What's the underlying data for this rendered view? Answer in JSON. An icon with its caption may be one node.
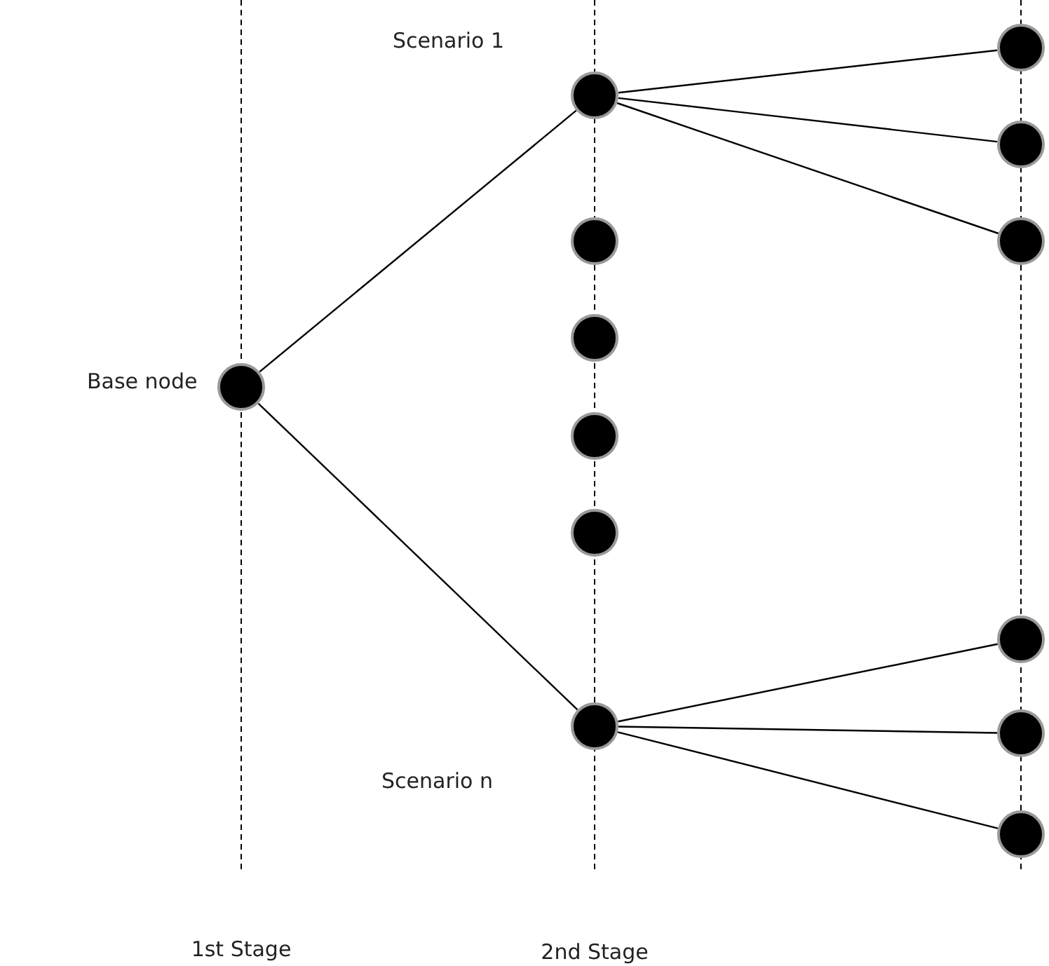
{
  "diagram": {
    "nodes": [
      {
        "text": [],
        "shape": "circle",
        "beside": [
          "Base node"
        ]
      },
      {
        "text": [],
        "shape": "circle",
        "beside": [
          "Scenario 1"
        ]
      },
      {
        "text": [],
        "shape": "circle"
      },
      {
        "text": [],
        "shape": "circle"
      },
      {
        "text": [],
        "shape": "circle"
      },
      {
        "text": [],
        "shape": "circle"
      },
      {
        "text": [],
        "shape": "circle",
        "beside": [
          "Scenario n"
        ]
      },
      {
        "text": [],
        "shape": "circle"
      },
      {
        "text": [],
        "shape": "circle"
      },
      {
        "text": [],
        "shape": "circle"
      },
      {
        "text": [],
        "shape": "circle"
      },
      {
        "text": [],
        "shape": "circle"
      },
      {
        "text": [],
        "shape": "circle"
      }
    ],
    "edges": [
      {
        "from": 0,
        "to": 1,
        "arrow": "none"
      },
      {
        "from": 0,
        "to": 6,
        "arrow": "none"
      },
      {
        "from": 1,
        "to": 7,
        "arrow": "none"
      },
      {
        "from": 1,
        "to": 8,
        "arrow": "none"
      },
      {
        "from": 1,
        "to": 9,
        "arrow": "none"
      },
      {
        "from": 6,
        "to": 10,
        "arrow": "none"
      },
      {
        "from": 6,
        "to": 11,
        "arrow": "none"
      },
      {
        "from": 6,
        "to": 12,
        "arrow": "none"
      }
    ],
    "labels": [
      "1st Stage",
      "2nd Stage"
    ]
  }
}
